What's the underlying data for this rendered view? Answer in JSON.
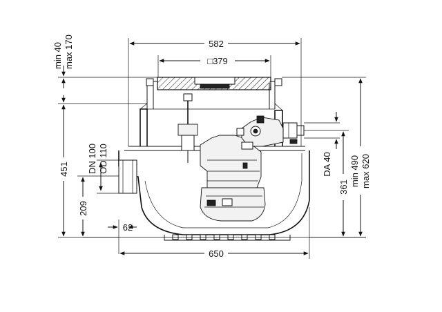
{
  "dimensions": {
    "width_total": "582",
    "cover_square": "□379",
    "height_adjust_min": "min 40",
    "height_adjust_max": "max 170",
    "height_451": "451",
    "pipe_dn": "DN 100",
    "pipe_od": "OD 110",
    "height_209": "209",
    "offset_62": "62",
    "base_650": "650",
    "pressure_da": "DA 40",
    "height_361": "361",
    "overall_min": "min 490",
    "overall_max": "max 620"
  }
}
